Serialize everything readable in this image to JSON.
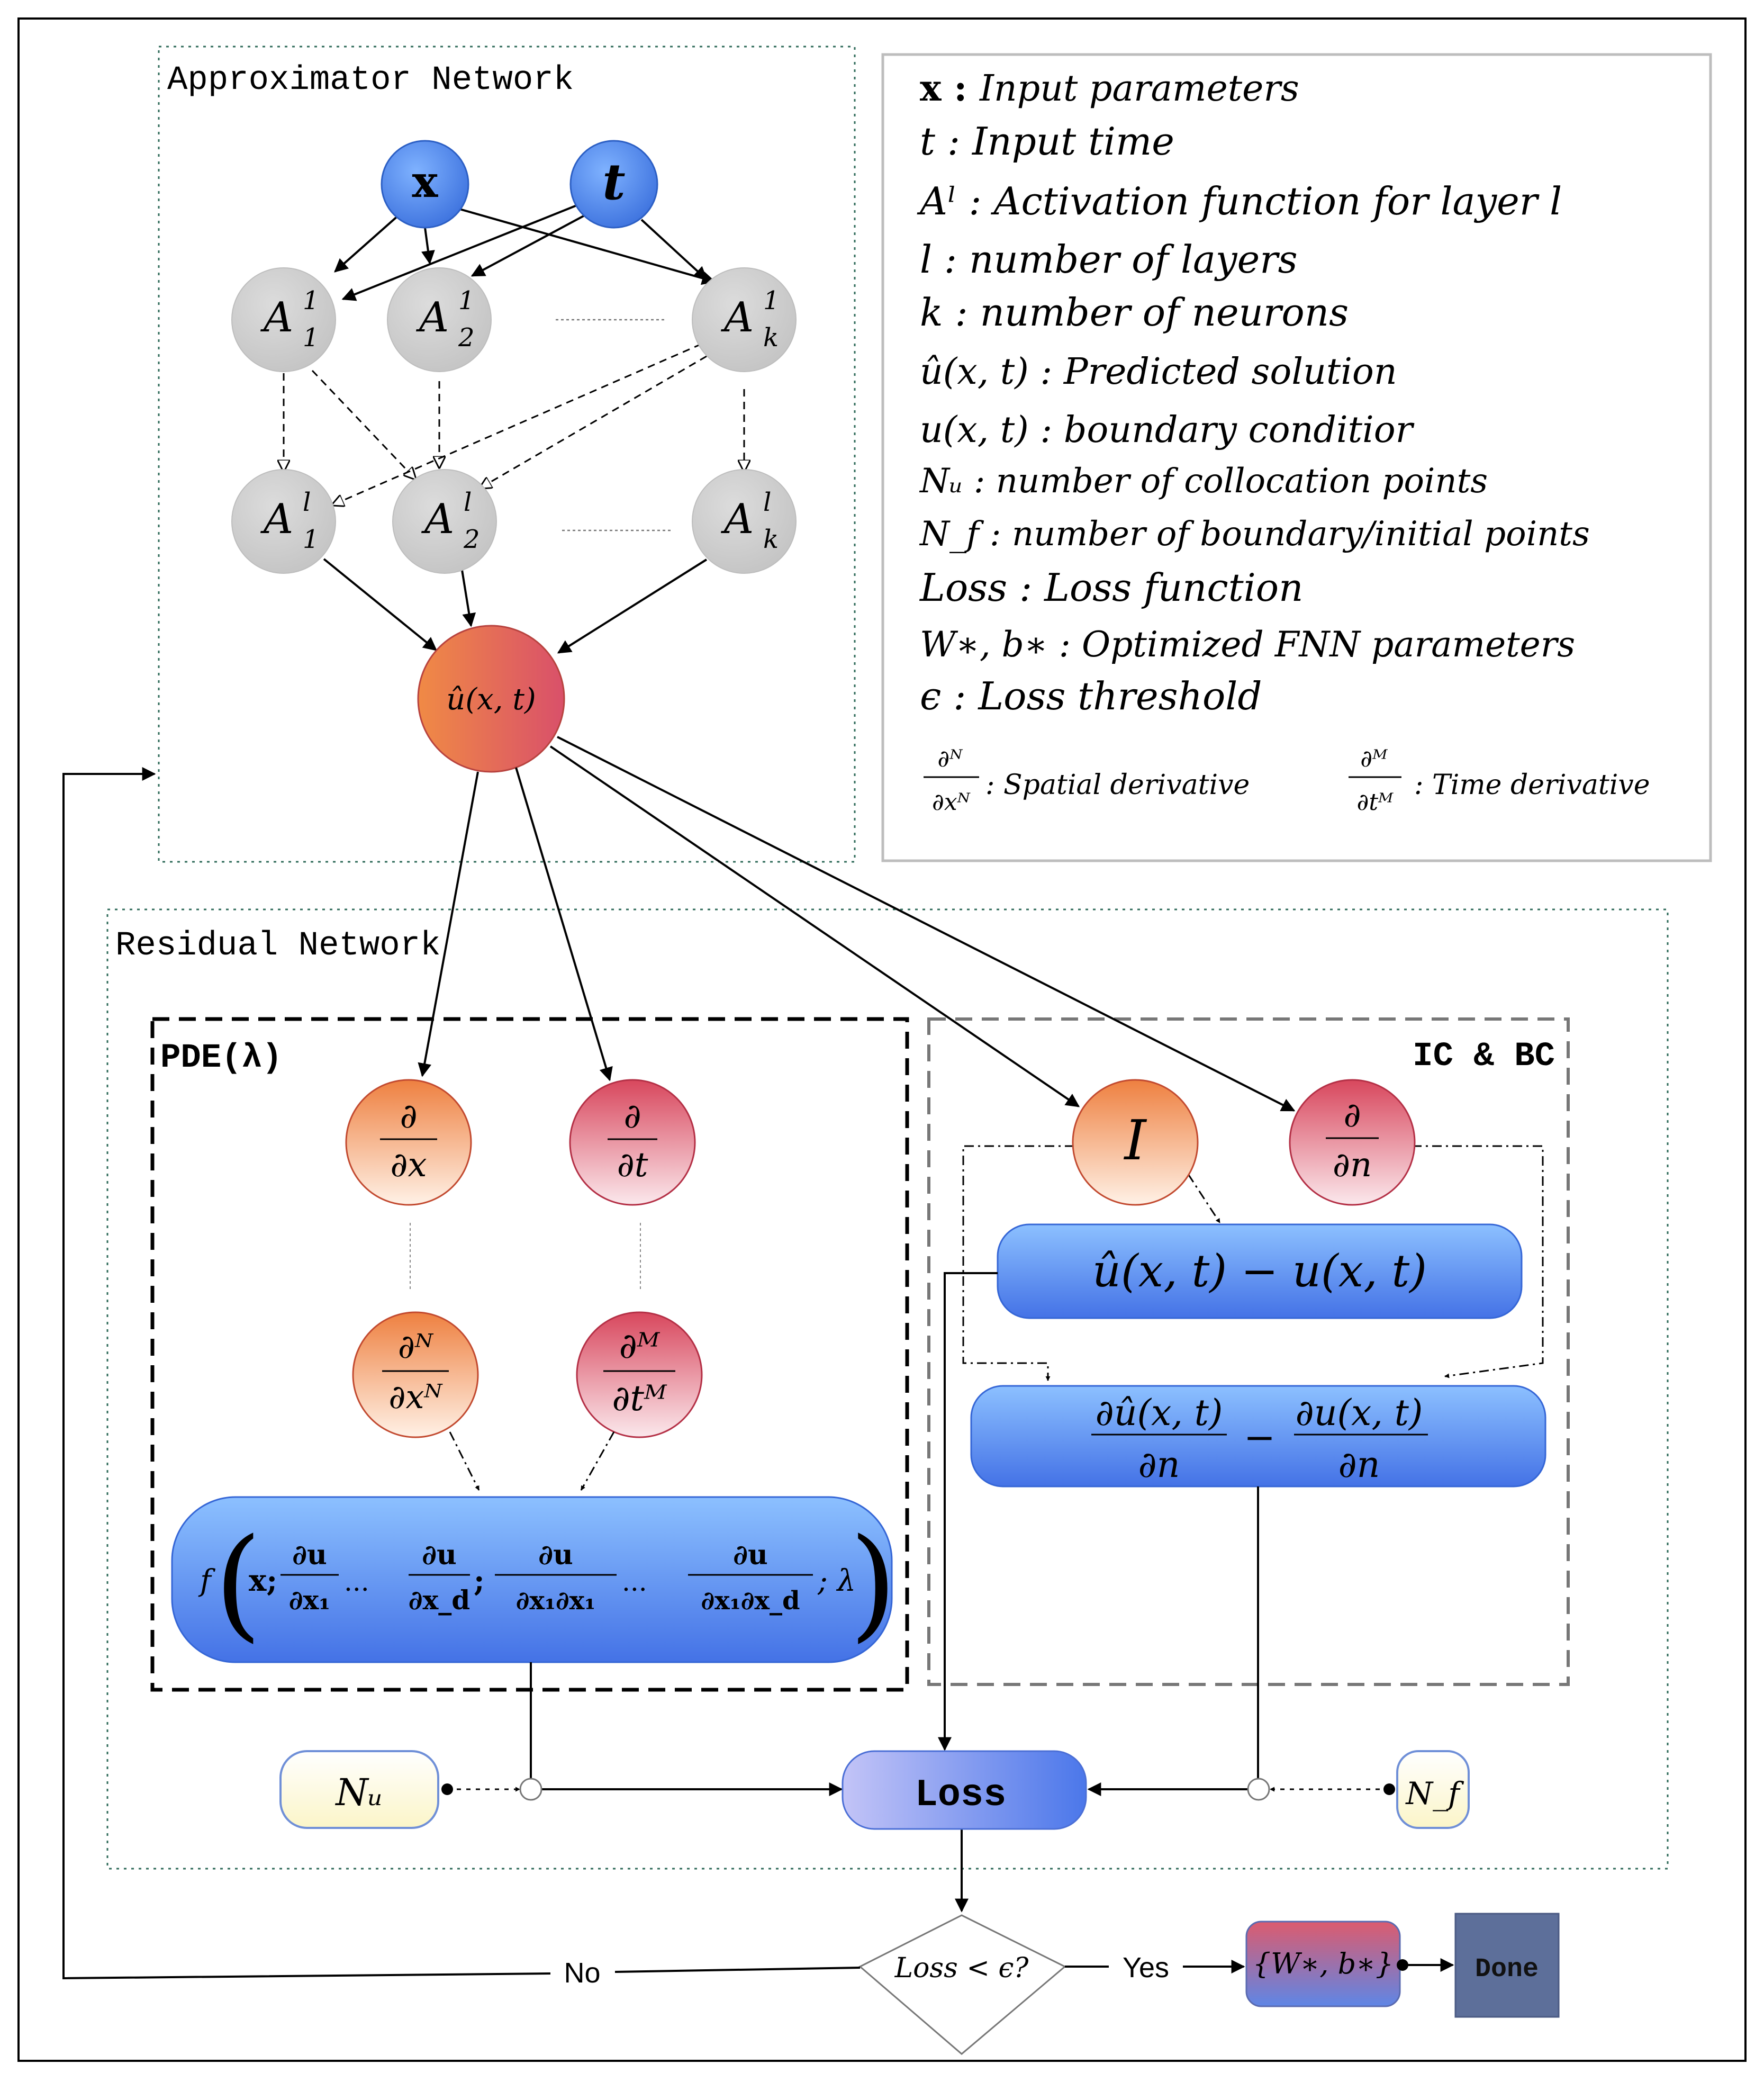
{
  "approximator": {
    "title": "Approximator Network",
    "input_x": "x",
    "input_t": "t",
    "hidden_first": [
      {
        "base": "A",
        "sup": "1",
        "sub": "1"
      },
      {
        "base": "A",
        "sup": "1",
        "sub": "2"
      },
      {
        "base": "A",
        "sup": "1",
        "sub": "k"
      }
    ],
    "hidden_last": [
      {
        "base": "A",
        "sup": "l",
        "sub": "1"
      },
      {
        "base": "A",
        "sup": "l",
        "sub": "2"
      },
      {
        "base": "A",
        "sup": "l",
        "sub": "k"
      }
    ],
    "output": "û(x, t)"
  },
  "legend": {
    "items": [
      {
        "sym": "x",
        "sep": " : ",
        "desc": "Input parameters"
      },
      {
        "sym": "t",
        "sep": " : ",
        "desc": "Input time"
      },
      {
        "sym": "Aˡ",
        "sep": " : ",
        "desc": "Activation function for layer l"
      },
      {
        "sym": "l",
        "sep": " : ",
        "desc": "number of layers"
      },
      {
        "sym": "k",
        "sep": " : ",
        "desc": "number of neurons"
      },
      {
        "sym": "û(x, t)",
        "sep": " : ",
        "desc": "Predicted solution"
      },
      {
        "sym": "u(x, t)",
        "sep": " : ",
        "desc": "boundary conditior"
      },
      {
        "sym": "Nᵤ",
        "sep": " : ",
        "desc": "number of collocation points"
      },
      {
        "sym": "N_f",
        "sep": " : ",
        "desc": "number of boundary/initial points"
      },
      {
        "sym": "Loss",
        "sep": " : ",
        "desc": "Loss function"
      },
      {
        "sym": "W∗, b∗",
        "sep": " : ",
        "desc": "Optimized FNN parameters"
      },
      {
        "sym": "ϵ",
        "sep": " : ",
        "desc": "Loss threshold"
      }
    ],
    "spatial": {
      "num": "∂ᴺ",
      "den": "∂xᴺ",
      "desc": ": Spatial derivative"
    },
    "time": {
      "num": "∂ᴹ",
      "den": "∂tᴹ",
      "desc": ": Time derivative"
    }
  },
  "residual": {
    "title": "Residual Network",
    "pde_title": "PDE(λ)",
    "icbc_title": "IC & BC",
    "dx": {
      "num": "∂",
      "den": "∂x"
    },
    "dt": {
      "num": "∂",
      "den": "∂t"
    },
    "dxN": {
      "num": "∂ᴺ",
      "den": "∂xᴺ"
    },
    "dtM": {
      "num": "∂ᴹ",
      "den": "∂tᴹ"
    },
    "identity": "I",
    "dn": {
      "num": "∂",
      "den": "∂n"
    },
    "f_expr": {
      "f": "f",
      "args": "x;",
      "fracs": [
        {
          "num": "∂u",
          "den": "∂x₁"
        },
        {
          "num": "∂u",
          "den": "∂x_d"
        },
        {
          "num": "∂u",
          "den": "∂x₁∂x₁"
        },
        {
          "num": "∂u",
          "den": "∂x₁∂x_d"
        }
      ],
      "ellipsis": "...",
      "tail": "; λ"
    },
    "ic_expr": "û(x, t) − u(x, t)",
    "bc_expr": {
      "num1": "∂û(x, t)",
      "den1": "∂n",
      "minus": "−",
      "num2": "∂u(x, t)",
      "den2": "∂n"
    },
    "nu": "Nᵤ",
    "nf": "N_f",
    "loss": "Loss"
  },
  "decision": {
    "condition": "Loss < ϵ?",
    "no": "No",
    "yes": "Yes",
    "params": "{W∗, b∗}",
    "done": "Done"
  },
  "colors": {
    "blue_node": "#4f86e8",
    "grey_node": "#cfcfcf",
    "orange_node": "#ee8c4e",
    "red_node": "#d8475d",
    "done_box": "#5d6f9a"
  }
}
